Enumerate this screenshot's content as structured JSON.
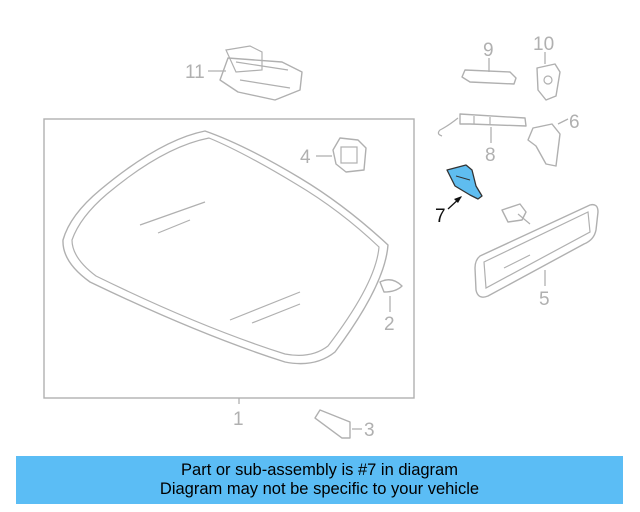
{
  "callouts": {
    "c1": "1",
    "c2": "2",
    "c3": "3",
    "c4": "4",
    "c5": "5",
    "c6": "6",
    "c7": "7",
    "c8": "8",
    "c9": "9",
    "c10": "10",
    "c11": "11"
  },
  "banner": {
    "line1": "Part or sub-assembly is #7 in diagram",
    "line2": "Diagram may not be specific to your vehicle"
  },
  "colors": {
    "highlight": "#5fbdf0",
    "banner": "#5bbdf5",
    "line_art": "#b0b0b0"
  }
}
